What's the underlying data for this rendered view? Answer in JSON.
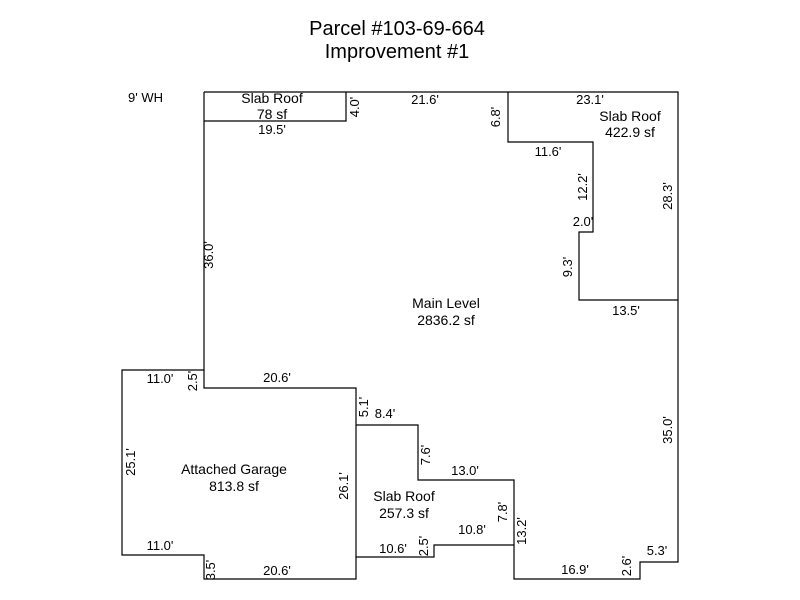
{
  "header": {
    "title_line1": "Parcel #103-69-664",
    "title_line2": "Improvement #1"
  },
  "wall_height": "9' WH",
  "areas": {
    "slab_roof_top": {
      "name": "Slab Roof",
      "size": "78 sf"
    },
    "slab_roof_right": {
      "name": "Slab Roof",
      "size": "422.9 sf"
    },
    "main_level": {
      "name": "Main Level",
      "size": "2836.2 sf"
    },
    "attached_garage": {
      "name": "Attached Garage",
      "size": "813.8 sf"
    },
    "slab_roof_bottom": {
      "name": "Slab Roof",
      "size": "257.3 sf"
    }
  },
  "dimensions": {
    "d_19_5": "19.5'",
    "d_4_0": "4.0'",
    "d_21_6": "21.6'",
    "d_6_8": "6.8'",
    "d_23_1": "23.1'",
    "d_11_6": "11.6'",
    "d_12_2": "12.2'",
    "d_28_3": "28.3'",
    "d_2_0": "2.0'",
    "d_9_3": "9.3'",
    "d_13_5": "13.5'",
    "d_36_0": "36.0'",
    "d_35_0": "35.0'",
    "d_11_0_top": "11.0'",
    "d_2_5_top": "2.5'",
    "d_20_6_top": "20.6'",
    "d_5_1": "5.1'",
    "d_8_4": "8.4'",
    "d_7_6": "7.6'",
    "d_13_0": "13.0'",
    "d_25_1": "25.1'",
    "d_26_1": "26.1'",
    "d_7_8": "7.8'",
    "d_10_8": "10.8'",
    "d_13_2": "13.2'",
    "d_11_0_bottom": "11.0'",
    "d_10_6": "10.6'",
    "d_2_5_bottom": "2.5'",
    "d_3_5": "3.5'",
    "d_20_6_bottom": "20.6'",
    "d_16_9": "16.9'",
    "d_2_6": "2.6'",
    "d_5_3": "5.3'"
  }
}
